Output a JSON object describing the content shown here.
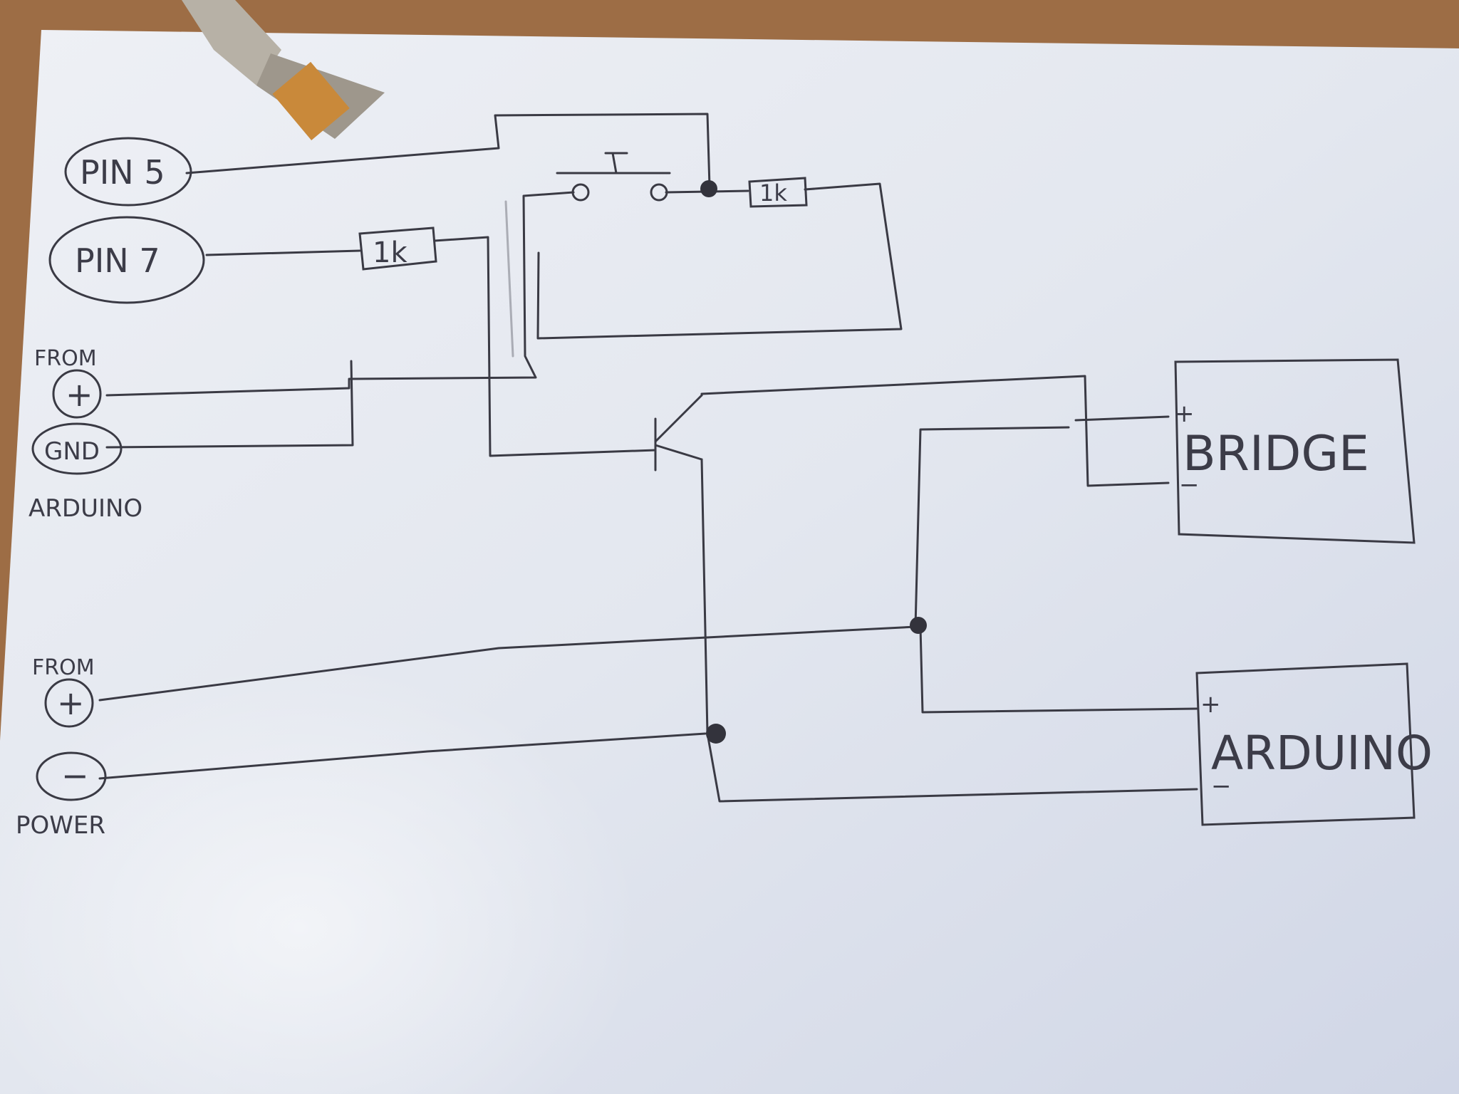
{
  "labels": {
    "pin5": "PIN 5",
    "pin7": "PIN 7",
    "from_arduino_top": "FROM",
    "plus_arduino": "+",
    "gnd": "GND",
    "arduino_caption": "ARDUINO",
    "resistor_1": "1k",
    "resistor_2": "1k",
    "from_power_top": "FROM",
    "plus_power": "+",
    "minus_power": "−",
    "power_caption": "POWER",
    "bridge_box": "BRIDGE",
    "bridge_plus": "+",
    "bridge_minus": "−",
    "arduino_box": "ARDUINO",
    "arduino_box_plus": "+",
    "arduino_box_minus": "−"
  },
  "colors": {
    "paper": "#e6e9f0",
    "wood": "#a0724b",
    "ink": "#3a3a44"
  }
}
